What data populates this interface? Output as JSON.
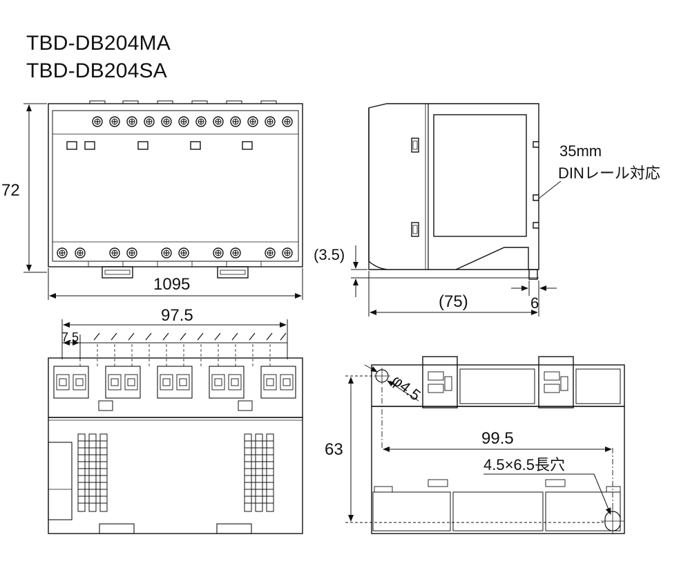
{
  "titles": [
    "TBD-DB204MA",
    "TBD-DB204SA"
  ],
  "dimensions": {
    "height_72": "72",
    "width_1095": "1095",
    "depth_75": "(75)",
    "offset_35": "(3.5)",
    "rail_6": "6",
    "pitch_975": "97.5",
    "pitch_75": "7.5",
    "depth_63": "63",
    "hole_spacing_995": "99.5",
    "hole_diameter": "φ4.5",
    "slot_hole": "4.5×6.5長穴"
  },
  "notes": {
    "din_line1": "35mm",
    "din_line2": "DINレール対応"
  }
}
